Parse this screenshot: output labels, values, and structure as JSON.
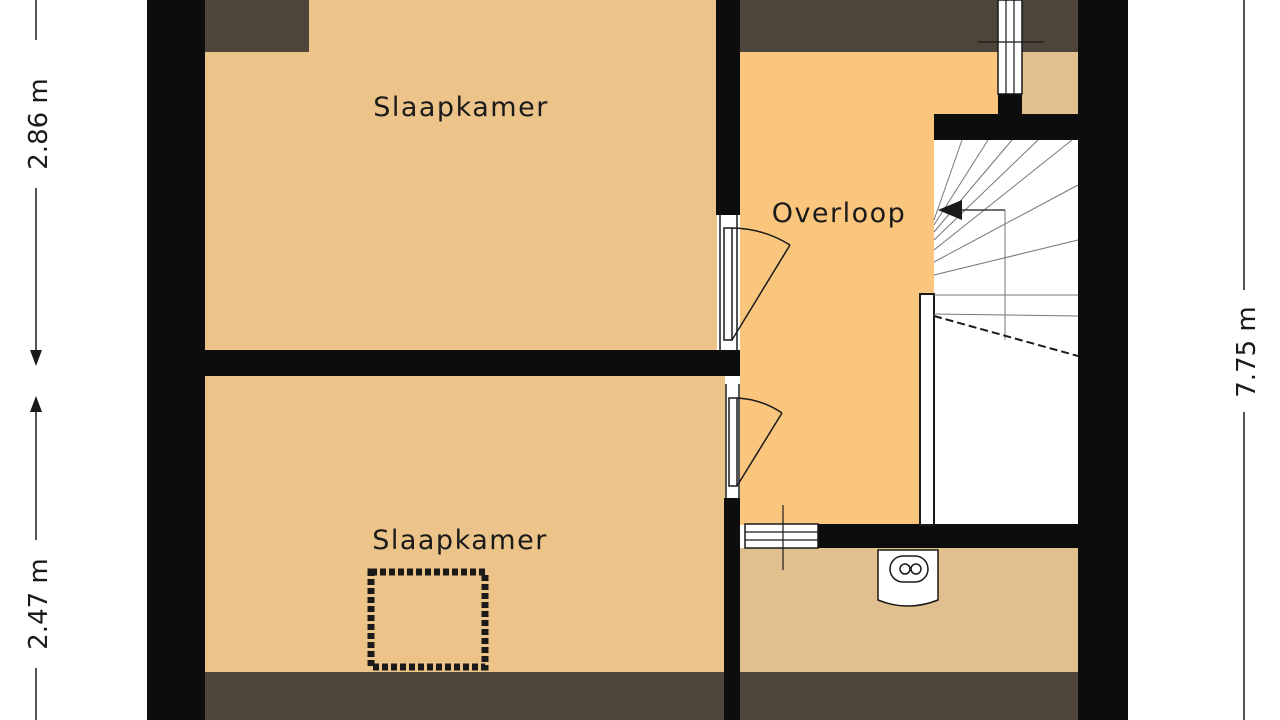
{
  "floorplan": {
    "rooms": {
      "bedroom_top": {
        "label": "Slaapkamer"
      },
      "bedroom_bottom": {
        "label": "Slaapkamer"
      },
      "landing": {
        "label": "Overloop"
      }
    },
    "dimensions": {
      "left_top": "2.86 m",
      "left_bottom": "2.47 m",
      "right": "7.75 m"
    },
    "colors": {
      "wall": "#0d0d0d",
      "bedroom_floor": "#ecc48a",
      "landing_floor": "#fac67e",
      "utility_floor": "#e1bf8e",
      "stair_floor": "#ffffff",
      "low_ceiling_zone": "#4d4539"
    }
  }
}
